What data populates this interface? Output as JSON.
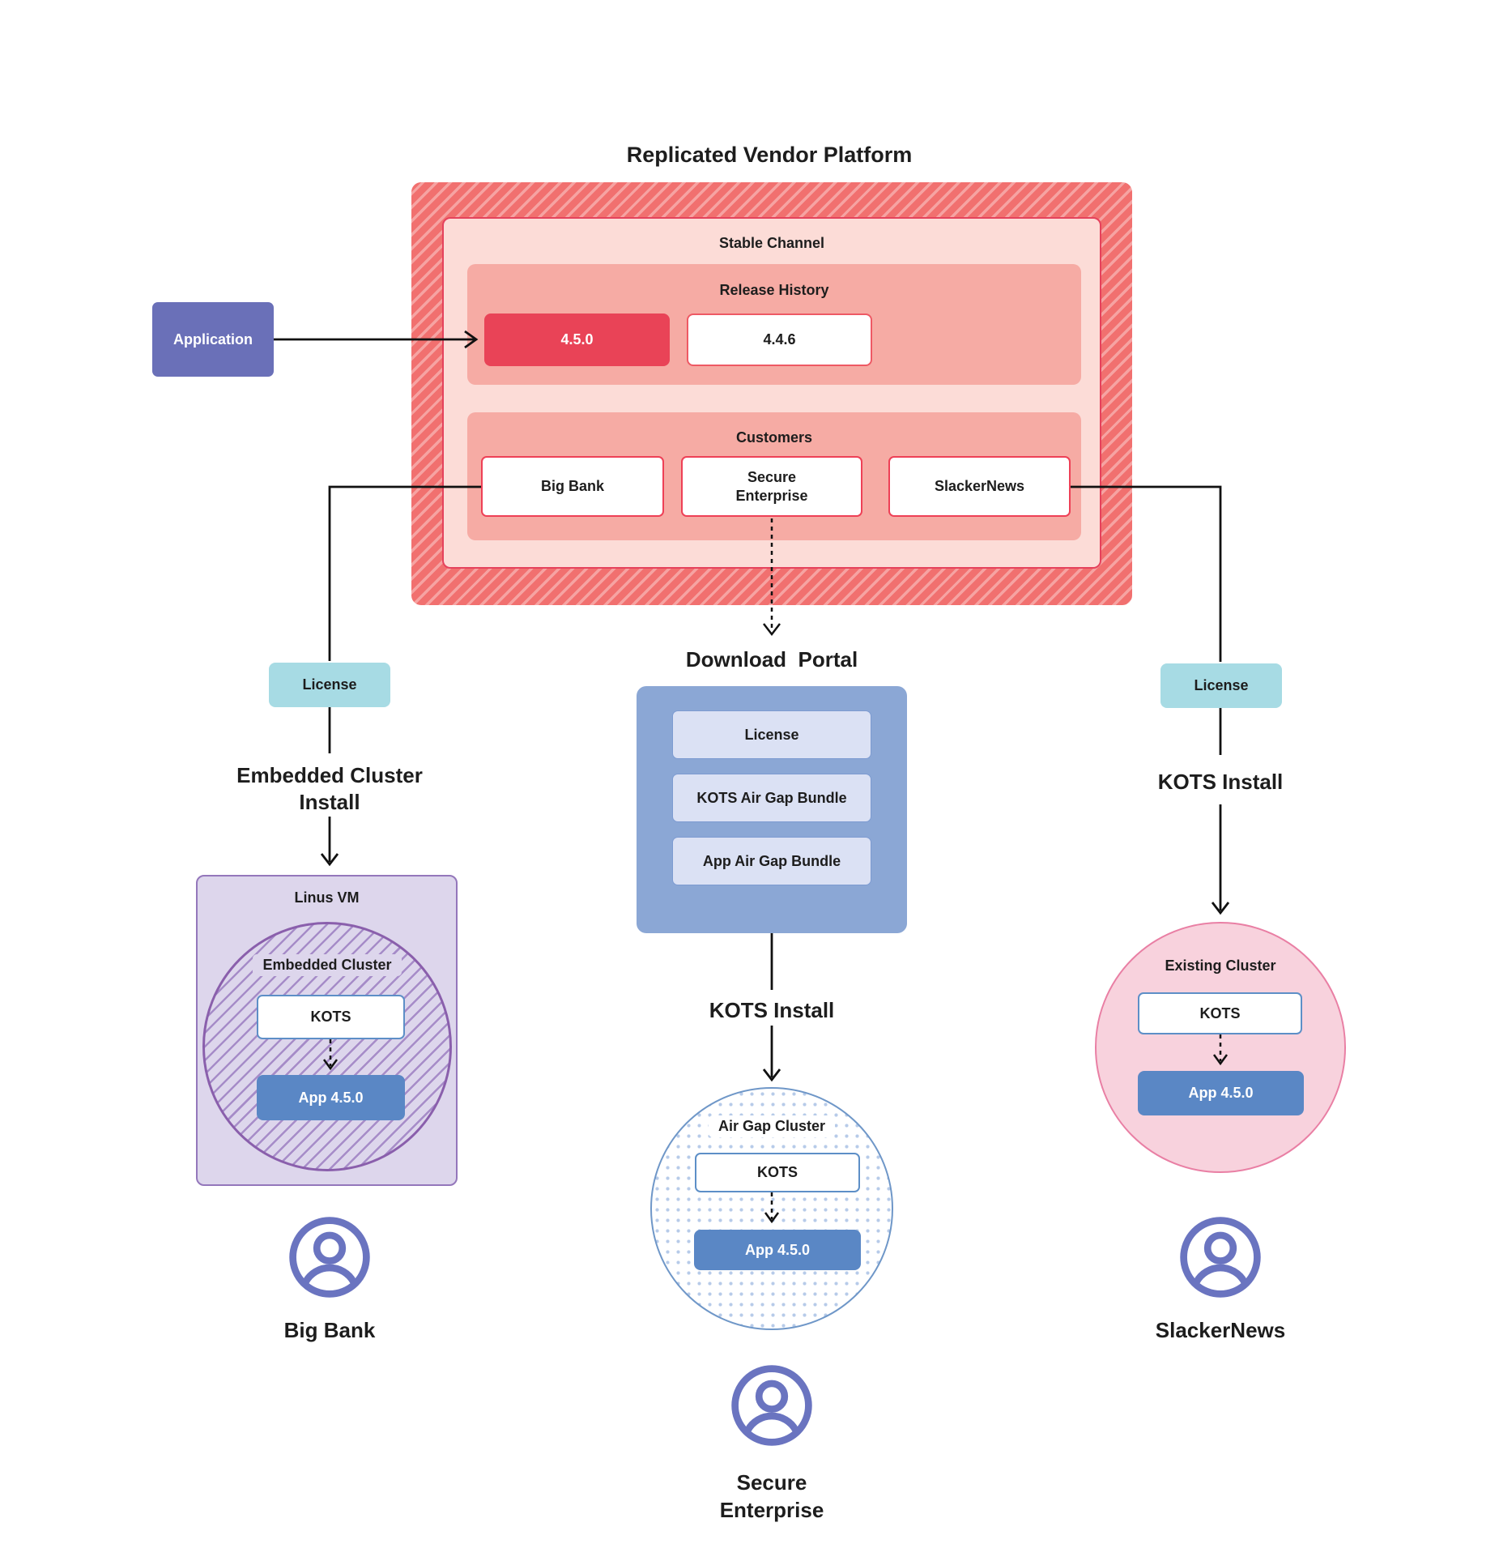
{
  "title": "Replicated Vendor Platform",
  "platform": {
    "stable_channel_label": "Stable Channel",
    "release_history_label": "Release History",
    "releases": [
      {
        "version": "4.5.0",
        "state": "current"
      },
      {
        "version": "4.4.6",
        "state": "previous"
      }
    ],
    "customers_label": "Customers",
    "customers": [
      {
        "name": "Big Bank"
      },
      {
        "name": "Secure\nEnterprise"
      },
      {
        "name": "SlackerNews"
      }
    ]
  },
  "application_label": "Application",
  "flows": {
    "left": {
      "license": "License",
      "install": "Embedded Cluster\nInstall"
    },
    "middle": {
      "portal_title": "Download  Portal",
      "install": "KOTS Install"
    },
    "right": {
      "license": "License",
      "install": "KOTS Install"
    }
  },
  "download_portal": {
    "artifacts": [
      {
        "label": "License"
      },
      {
        "label": "KOTS Air Gap Bundle"
      },
      {
        "label": "App Air Gap Bundle"
      }
    ]
  },
  "clusters": {
    "linus_vm_label": "Linus VM",
    "embedded": {
      "title": "Embedded Cluster",
      "kots": "KOTS",
      "app": "App 4.5.0"
    },
    "airgap": {
      "title": "Air Gap Cluster",
      "kots": "KOTS",
      "app": "App 4.5.0"
    },
    "existing": {
      "title": "Existing Cluster",
      "kots": "KOTS",
      "app": "App 4.5.0"
    }
  },
  "end_users": [
    {
      "name": "Big Bank"
    },
    {
      "name": "Secure\nEnterprise"
    },
    {
      "name": "SlackerNews"
    }
  ],
  "colors": {
    "platform_stripe_dark": "#f1706f",
    "platform_stripe_light": "#f6a3a2",
    "stable_channel_bg": "#fcdcd7",
    "stable_channel_border": "#e5425c",
    "panel_bg": "#f6aba4",
    "release_current_bg": "#e94357",
    "node_border_red": "#ee4056",
    "application_bg": "#6a70b8",
    "license_bg": "#a7dbe4",
    "portal_bg": "#8ba7d5",
    "artifact_bg": "#dbe1f4",
    "app_node_bg": "#5a87c5",
    "kots_border": "#5d8fc7",
    "linus_vm_bg": "#ddd6ec",
    "purple_stripe": "#a68cc8",
    "existing_cluster_bg": "#f8d2dd",
    "airgap_dot": "#b7cbe9",
    "person_icon": "#6a74c0",
    "connector": "#111111"
  }
}
